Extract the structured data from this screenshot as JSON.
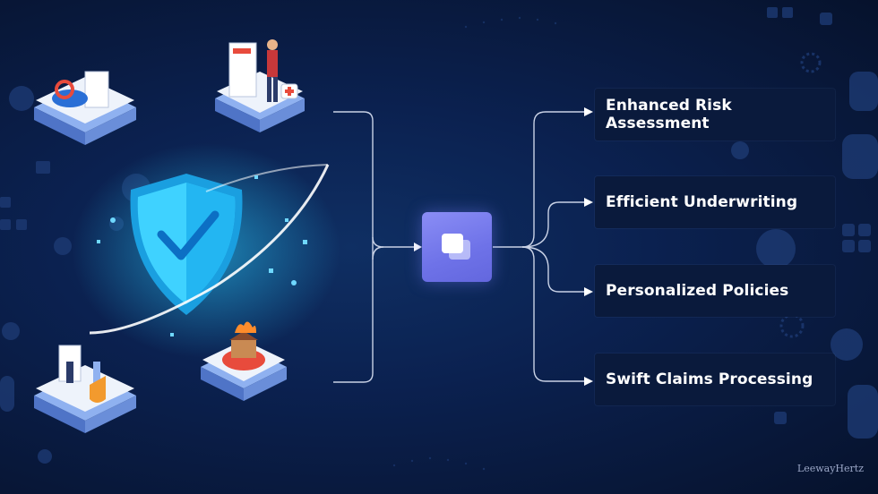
{
  "outputs": [
    {
      "label": "Enhanced Risk Assessment"
    },
    {
      "label": "Efficient Underwriting"
    },
    {
      "label": "Personalized Policies"
    },
    {
      "label": "Swift Claims Processing"
    }
  ],
  "watermark": "LeewayHertz",
  "icons": {
    "hub": "chat-bubbles-icon",
    "shield": "shield-check-icon",
    "illustrations": [
      "car-insurance-icon",
      "health-insurance-icon",
      "contract-insurance-icon",
      "home-fire-insurance-icon"
    ]
  },
  "colors": {
    "hub": "#6e72e8",
    "shield": "#27c0ff",
    "connector": "#c9d2e6"
  }
}
